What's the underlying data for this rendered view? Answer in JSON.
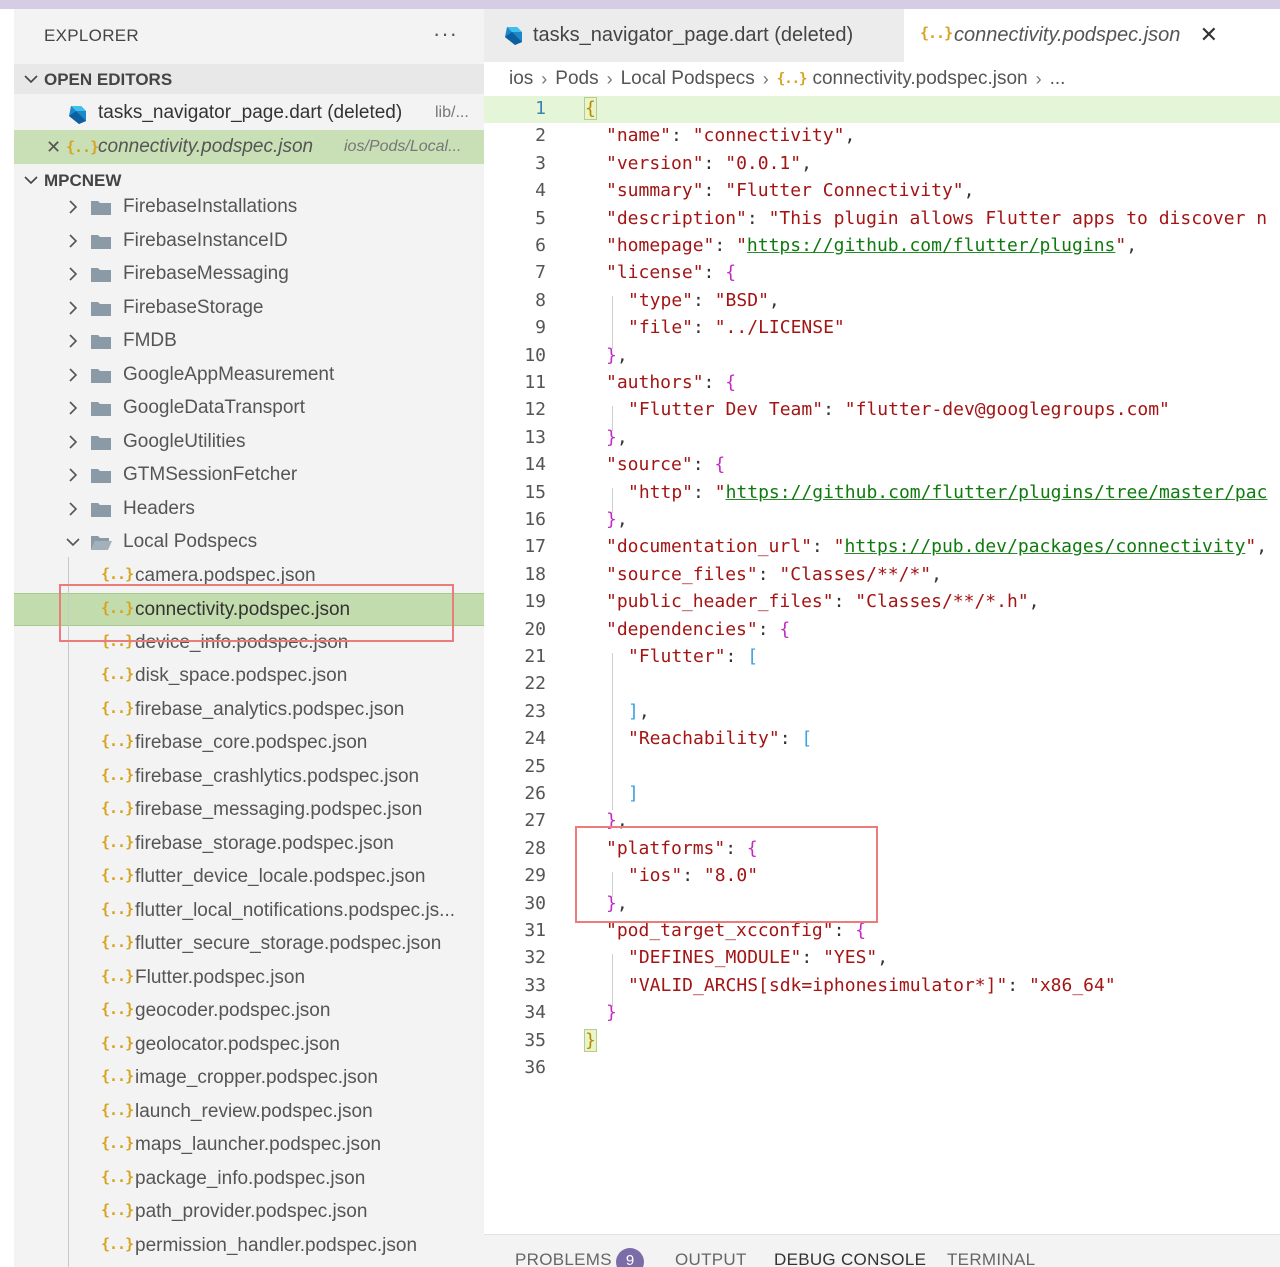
{
  "explorer": {
    "title": "EXPLORER",
    "more": "···",
    "open_editors": {
      "label": "OPEN EDITORS",
      "items": [
        {
          "name": "tasks_navigator_page.dart (deleted)",
          "path": "lib/...",
          "icon": "dart-icon"
        },
        {
          "name": "connectivity.podspec.json",
          "path": "ios/Pods/Local...",
          "icon": "json-icon",
          "close": "✕"
        }
      ]
    },
    "workspace": {
      "label": "MPCNEW",
      "folders": [
        "FirebaseInstallations",
        "FirebaseInstanceID",
        "FirebaseMessaging",
        "FirebaseStorage",
        "FMDB",
        "GoogleAppMeasurement",
        "GoogleDataTransport",
        "GoogleUtilities",
        "GTMSessionFetcher",
        "Headers"
      ],
      "expanded_folder": "Local Podspecs",
      "files": [
        "camera.podspec.json",
        "connectivity.podspec.json",
        "device_info.podspec.json",
        "disk_space.podspec.json",
        "firebase_analytics.podspec.json",
        "firebase_core.podspec.json",
        "firebase_crashlytics.podspec.json",
        "firebase_messaging.podspec.json",
        "firebase_storage.podspec.json",
        "flutter_device_locale.podspec.json",
        "flutter_local_notifications.podspec.js...",
        "flutter_secure_storage.podspec.json",
        "Flutter.podspec.json",
        "geocoder.podspec.json",
        "geolocator.podspec.json",
        "image_cropper.podspec.json",
        "launch_review.podspec.json",
        "maps_launcher.podspec.json",
        "package_info.podspec.json",
        "path_provider.podspec.json",
        "permission_handler.podspec.json"
      ],
      "selected_file": "connectivity.podspec.json"
    },
    "json_icon_glyph": "{..}"
  },
  "tabs": [
    {
      "label": "tasks_navigator_page.dart (deleted)",
      "icon": "dart-icon"
    },
    {
      "label": "connectivity.podspec.json",
      "icon": "json-icon",
      "close": "✕"
    }
  ],
  "breadcrumb": [
    "ios",
    "Pods",
    "Local Podspecs",
    "connectivity.podspec.json",
    "..."
  ],
  "editor": {
    "line_numbers": [
      "1",
      "2",
      "3",
      "4",
      "5",
      "6",
      "7",
      "8",
      "9",
      "10",
      "11",
      "12",
      "13",
      "14",
      "15",
      "16",
      "17",
      "18",
      "19",
      "20",
      "21",
      "22",
      "23",
      "24",
      "25",
      "26",
      "27",
      "28",
      "29",
      "30",
      "31",
      "32",
      "33",
      "34",
      "35",
      "36"
    ],
    "strings": {
      "name_key": "\"name\"",
      "name_val": "\"connectivity\"",
      "version_key": "\"version\"",
      "version_val": "\"0.0.1\"",
      "summary_key": "\"summary\"",
      "summary_val": "\"Flutter Connectivity\"",
      "description_key": "\"description\"",
      "description_val": "\"This plugin allows Flutter apps to discover n",
      "homepage_key": "\"homepage\"",
      "homepage_val": "https://github.com/flutter/plugins",
      "license_key": "\"license\"",
      "type_key": "\"type\"",
      "type_val": "\"BSD\"",
      "file_key": "\"file\"",
      "file_val": "\"../LICENSE\"",
      "authors_key": "\"authors\"",
      "team_key": "\"Flutter Dev Team\"",
      "team_val": "\"flutter-dev@googlegroups.com\"",
      "source_key": "\"source\"",
      "http_key": "\"http\"",
      "http_val": "https://github.com/flutter/plugins/tree/master/pac",
      "docurl_key": "\"documentation_url\"",
      "docurl_val": "https://pub.dev/packages/connectivity",
      "srcfiles_key": "\"source_files\"",
      "srcfiles_val": "\"Classes/**/*\"",
      "pubhdr_key": "\"public_header_files\"",
      "pubhdr_val": "\"Classes/**/*.h\"",
      "deps_key": "\"dependencies\"",
      "flutter_key": "\"Flutter\"",
      "reach_key": "\"Reachability\"",
      "platforms_key": "\"platforms\"",
      "ios_key": "\"ios\"",
      "ios_val": "\"8.0\"",
      "ptx_key": "\"pod_target_xcconfig\"",
      "defmod_key": "\"DEFINES_MODULE\"",
      "defmod_val": "\"YES\"",
      "valid_key": "\"VALID_ARCHS[sdk=iphonesimulator*]\"",
      "valid_val": "\"x86_64\""
    }
  },
  "panel": {
    "tabs": [
      "PROBLEMS",
      "OUTPUT",
      "DEBUG CONSOLE",
      "TERMINAL"
    ],
    "problems_count": "9"
  },
  "colors": {
    "sidebar_bg": "#f3f3f3",
    "selected_bg": "#c3dcad",
    "json_icon": "#d8a320",
    "key_string": "#a31515",
    "link": "#0e7a0e",
    "annotation_box": "#ec7b7b",
    "badge": "#7c6da8"
  }
}
